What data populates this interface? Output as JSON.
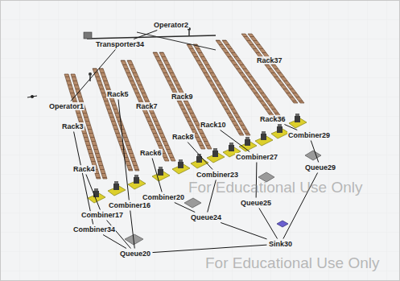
{
  "diagram": {
    "nodes": [
      {
        "text": [
          "Operator2"
        ]
      },
      {
        "text": [
          "Transporter34"
        ]
      },
      {
        "text": [
          "Rack37"
        ]
      },
      {
        "text": [
          "Rack5"
        ]
      },
      {
        "text": [
          "Rack9"
        ]
      },
      {
        "text": [
          "Operator1"
        ]
      },
      {
        "text": [
          "Rack7"
        ]
      },
      {
        "text": [
          "Rack36"
        ]
      },
      {
        "text": [
          "Rack10"
        ]
      },
      {
        "text": [
          "Rack3"
        ]
      },
      {
        "text": [
          "Combiner29"
        ]
      },
      {
        "text": [
          "Rack8"
        ]
      },
      {
        "text": [
          "Rack6"
        ]
      },
      {
        "text": [
          "Combiner27"
        ]
      },
      {
        "text": [
          "Queue29"
        ]
      },
      {
        "text": [
          "Rack4"
        ]
      },
      {
        "text": [
          "Combiner23"
        ]
      },
      {
        "text": [
          "Queue25"
        ]
      },
      {
        "text": [
          "Combiner20"
        ]
      },
      {
        "text": [
          "Combiner16"
        ]
      },
      {
        "text": [
          "Combiner17"
        ]
      },
      {
        "text": [
          "Queue24"
        ]
      },
      {
        "text": [
          "Combiner34"
        ]
      },
      {
        "text": [
          "Sink30"
        ]
      },
      {
        "text": [
          "Queue20"
        ]
      }
    ],
    "edges": [
      {
        "from": 22,
        "to": 24,
        "arrow": "none"
      },
      {
        "from": 20,
        "to": 24,
        "arrow": "none"
      },
      {
        "from": 19,
        "to": 24,
        "arrow": "none"
      },
      {
        "from": 18,
        "to": 21,
        "arrow": "none"
      },
      {
        "from": 16,
        "to": 21,
        "arrow": "none"
      },
      {
        "from": 13,
        "to": 17,
        "arrow": "none"
      },
      {
        "from": 10,
        "to": 14,
        "arrow": "none"
      },
      {
        "from": 24,
        "to": 23,
        "arrow": "none"
      },
      {
        "from": 21,
        "to": 23,
        "arrow": "none"
      },
      {
        "from": 17,
        "to": 23,
        "arrow": "none"
      },
      {
        "from": 14,
        "to": 23,
        "arrow": "none"
      },
      {
        "from": 9,
        "to": 22,
        "arrow": "none"
      },
      {
        "from": 15,
        "to": 20,
        "arrow": "none"
      },
      {
        "from": 3,
        "to": 19,
        "arrow": "none"
      },
      {
        "from": 12,
        "to": 18,
        "arrow": "none"
      },
      {
        "from": 11,
        "to": 16,
        "arrow": "none"
      },
      {
        "from": 8,
        "to": 13,
        "arrow": "none"
      },
      {
        "from": 7,
        "to": 10,
        "arrow": "none"
      },
      {
        "from": 5,
        "to": 1,
        "arrow": "none"
      },
      {
        "from": 0,
        "to": 1,
        "arrow": "none"
      }
    ],
    "labels": [
      "For Educational Use Only",
      "For Educational Use Only"
    ]
  }
}
